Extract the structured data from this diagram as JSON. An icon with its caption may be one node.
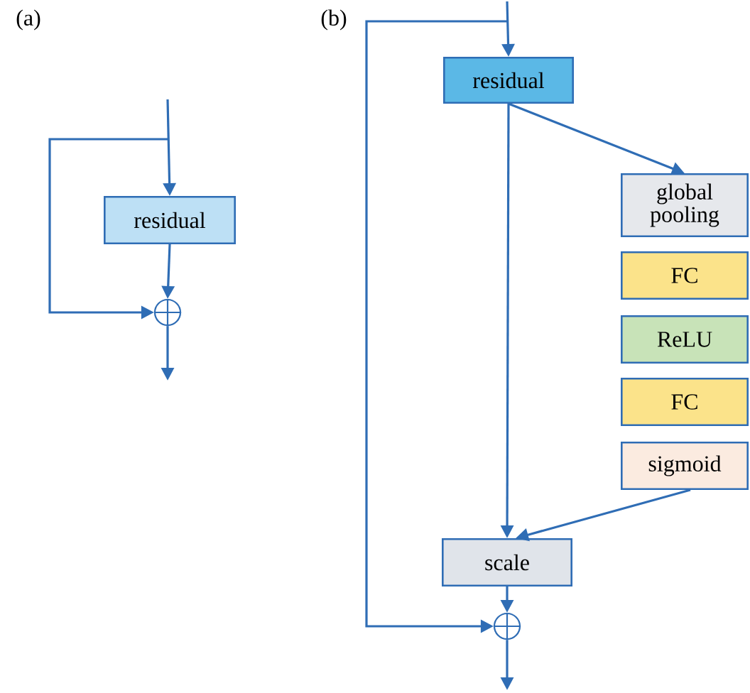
{
  "diagram": {
    "nodes": [
      {
        "text": [
          "residual"
        ]
      },
      {
        "text": [],
        "shape": "circle"
      },
      {
        "text": [
          "residual"
        ]
      },
      {
        "text": [
          "global pooling"
        ]
      },
      {
        "text": [
          "FC"
        ]
      },
      {
        "text": [
          "ReLU"
        ]
      },
      {
        "text": [
          "FC"
        ]
      },
      {
        "text": [
          "sigmoid"
        ]
      },
      {
        "text": [
          "scale"
        ]
      },
      {
        "text": [],
        "shape": "circle"
      }
    ],
    "edges": [
      {
        "from": null,
        "to": 0,
        "arrow": "to"
      },
      {
        "from": null,
        "to": 1,
        "arrow": "to"
      },
      {
        "from": 0,
        "to": 1,
        "arrow": "to"
      },
      {
        "from": 1,
        "to": null,
        "arrow": "to"
      },
      {
        "from": null,
        "to": 2,
        "arrow": "to"
      },
      {
        "from": null,
        "to": 9,
        "arrow": "to"
      },
      {
        "from": 2,
        "to": 3,
        "arrow": "to"
      },
      {
        "from": 2,
        "to": 8,
        "arrow": "to"
      },
      {
        "from": 7,
        "to": 8,
        "arrow": "to"
      },
      {
        "from": 8,
        "to": 9,
        "arrow": "to"
      },
      {
        "from": 9,
        "to": null,
        "arrow": "to"
      }
    ],
    "labels": [
      "(a)",
      "(b)"
    ]
  }
}
